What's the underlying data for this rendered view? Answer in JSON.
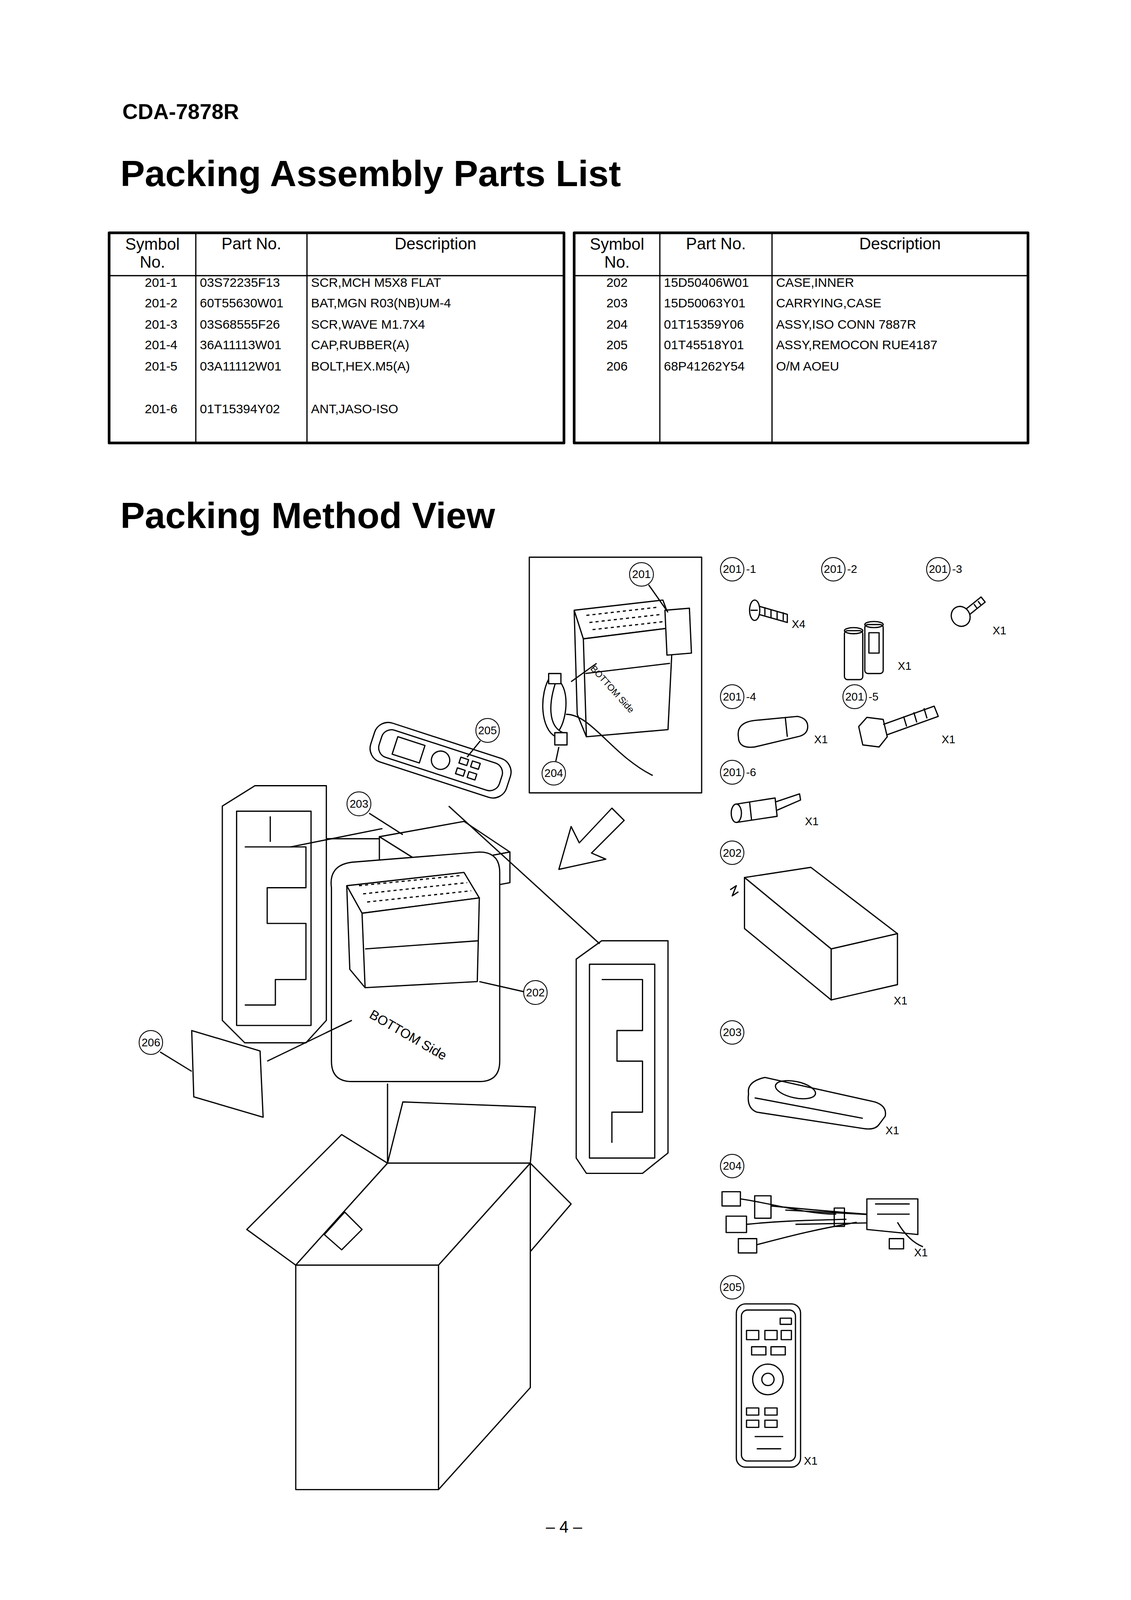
{
  "diagram": {
    "title": "Packing Assembly Parts List",
    "nodes": [
      {
        "text": [
          "201"
        ]
      },
      {
        "text": [
          "201",
          "-1"
        ]
      },
      {
        "text": [
          "201",
          "-2"
        ]
      },
      {
        "text": [
          "201",
          "-3"
        ]
      },
      {
        "text": [
          "201",
          "-4"
        ]
      },
      {
        "text": [
          "201",
          "-5"
        ]
      },
      {
        "text": [
          "205"
        ]
      },
      {
        "text": [
          "204"
        ]
      },
      {
        "text": [
          "201",
          "-6"
        ]
      },
      {
        "text": [
          "203"
        ]
      },
      {
        "text": [
          "202"
        ]
      },
      {
        "text": [
          "202"
        ]
      },
      {
        "text": [
          "206"
        ]
      },
      {
        "text": [
          "203"
        ]
      },
      {
        "text": [
          "204"
        ]
      },
      {
        "text": [
          "205"
        ]
      }
    ],
    "labels": [
      "CDA-7878R",
      "Symbol No.",
      "Part No.",
      "Description",
      "201-1",
      "03S72235F13",
      "SCR,MCH M5X8 FLAT",
      "201-2",
      "60T55630W01",
      "BAT,MGN R03(NB)UM-4",
      "201-3",
      "03S68555F26",
      "SCR,WAVE M1.7X4",
      "201-4",
      "36A11113W01",
      "CAP,RUBBER(A)",
      "201-5",
      "03A11112W01",
      "BOLT,HEX.M5(A)",
      "201-6",
      "01T15394Y02",
      "ANT,JASO-ISO",
      "Symbol No.",
      "Part No.",
      "Description",
      "202",
      "15D50406W01",
      "CASE,INNER",
      "203",
      "15D50063Y01",
      "CARRYING,CASE",
      "204",
      "01T15359Y06",
      "ASSY,ISO CONN 7887R",
      "205",
      "01T45518Y01",
      "ASSY,REMOCON RUE4187",
      "206",
      "68P41262Y54",
      "O/M AOEU",
      "Packing Method View",
      "BOTTOM Side",
      "BOTTOM Side",
      "X4",
      "X1",
      "X1",
      "X1",
      "X1",
      "X1",
      "X1",
      "X1",
      "X1",
      "X1",
      "– 4 –"
    ]
  }
}
